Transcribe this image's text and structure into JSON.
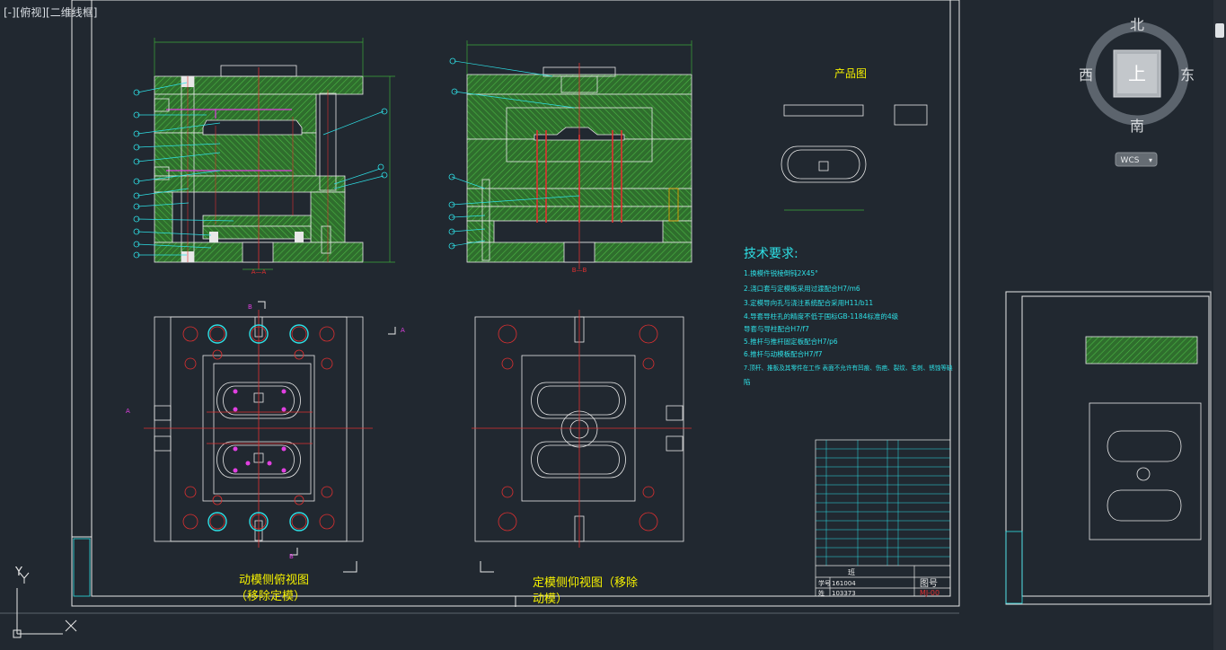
{
  "viewport": {
    "label": "[-][俯视][二维线框]"
  },
  "viewcube": {
    "north": "北",
    "south": "南",
    "east": "东",
    "west": "西",
    "face": "上",
    "wcs": "WCS"
  },
  "ucs": {
    "y": "Y",
    "x": "X"
  },
  "drawing": {
    "section_aa": "A—A",
    "section_bb": "B—B",
    "marker_b_top": "B",
    "marker_b_bottom": "B",
    "marker_a_left": "A",
    "marker_a_right": "A",
    "product_title": "产品图",
    "tech_title": "技术要求:",
    "tech_items": [
      "1.换模件锐棱倒钝2X45°",
      "2.浇口套与定模板采用过渡配合H7/m6",
      "3.定模导向孔与浇注系统配合采用H11/b11",
      "4.导套导柱孔的精度不低于国标GB-1184标准的4级",
      "  导套与导柱配合H7/f7",
      "5.推杆与推杆固定板配合H7/p6",
      "6.推杆与动模板配合H7/f7",
      "7.顶杆、推板及其零件在工作 表面不允许有凹痕、伤疤、裂纹、毛刺、锈蚀等缺",
      "陷"
    ],
    "caption_moving": [
      "动模侧俯视图",
      "（移除定模）"
    ],
    "caption_fixed": [
      "定模侧仰视图（移除",
      "动模）"
    ],
    "title_block": {
      "label_student": "班",
      "row1_label": "学号",
      "row1_value": "161004",
      "row2_label": "姓",
      "row2_value": "103373",
      "drawing_no_label": "图号",
      "drawing_no": "MJ-00"
    }
  },
  "colors": {
    "background": "#212830",
    "hatch": "#3da83a",
    "plate": "#2a6b2a",
    "leader": "#2ee0e6",
    "yellow": "#f4f000",
    "red": "#e03030",
    "white": "#e8e8e8",
    "magenta": "#e040e0"
  }
}
